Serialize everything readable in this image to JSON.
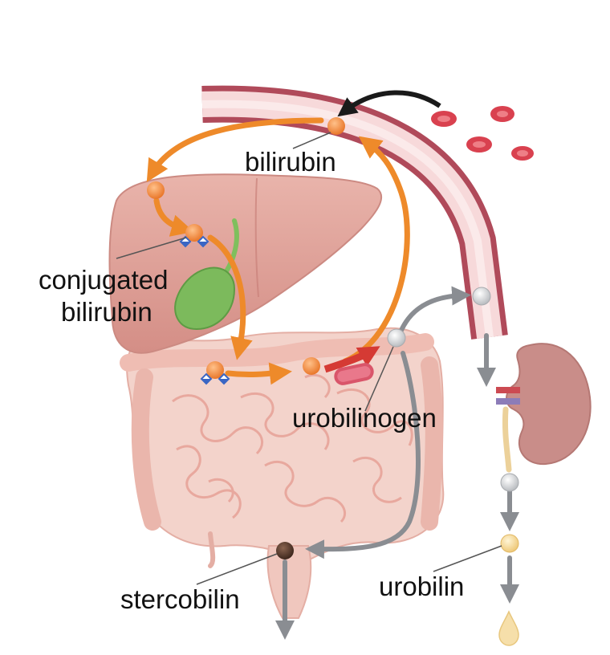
{
  "labels": {
    "bilirubin": "bilirubin",
    "conjugated_line1": "conjugated",
    "conjugated_line2": "bilirubin",
    "urobilinogen": "urobilinogen",
    "stercobilin": "stercobilin",
    "urobilin": "urobilin"
  },
  "colors": {
    "orange_flow": "#ee8a2a",
    "gray_flow": "#8a8d92",
    "black_arrow": "#1a1a1a",
    "red_arrow": "#d53a34",
    "vessel_wall": "#b04a5a",
    "vessel_lumen": "#f7d9da",
    "liver": "#e1a59c",
    "gallbladder": "#79b85a",
    "intestine": "#f2cfc7",
    "kidney": "#c98d89",
    "red_cell": "#d9414f",
    "molecule_orange": "#f0893a",
    "molecule_gray": "#d4d6d8",
    "molecule_brown": "#5a3b2e",
    "molecule_yellow": "#f4d98c",
    "urine_drop": "#f6dfaa"
  },
  "icons": [
    "red-blood-cell-icon",
    "liver-icon",
    "gallbladder-icon",
    "intestine-icon",
    "kidney-icon",
    "bacterium-icon",
    "urine-drop-icon"
  ]
}
